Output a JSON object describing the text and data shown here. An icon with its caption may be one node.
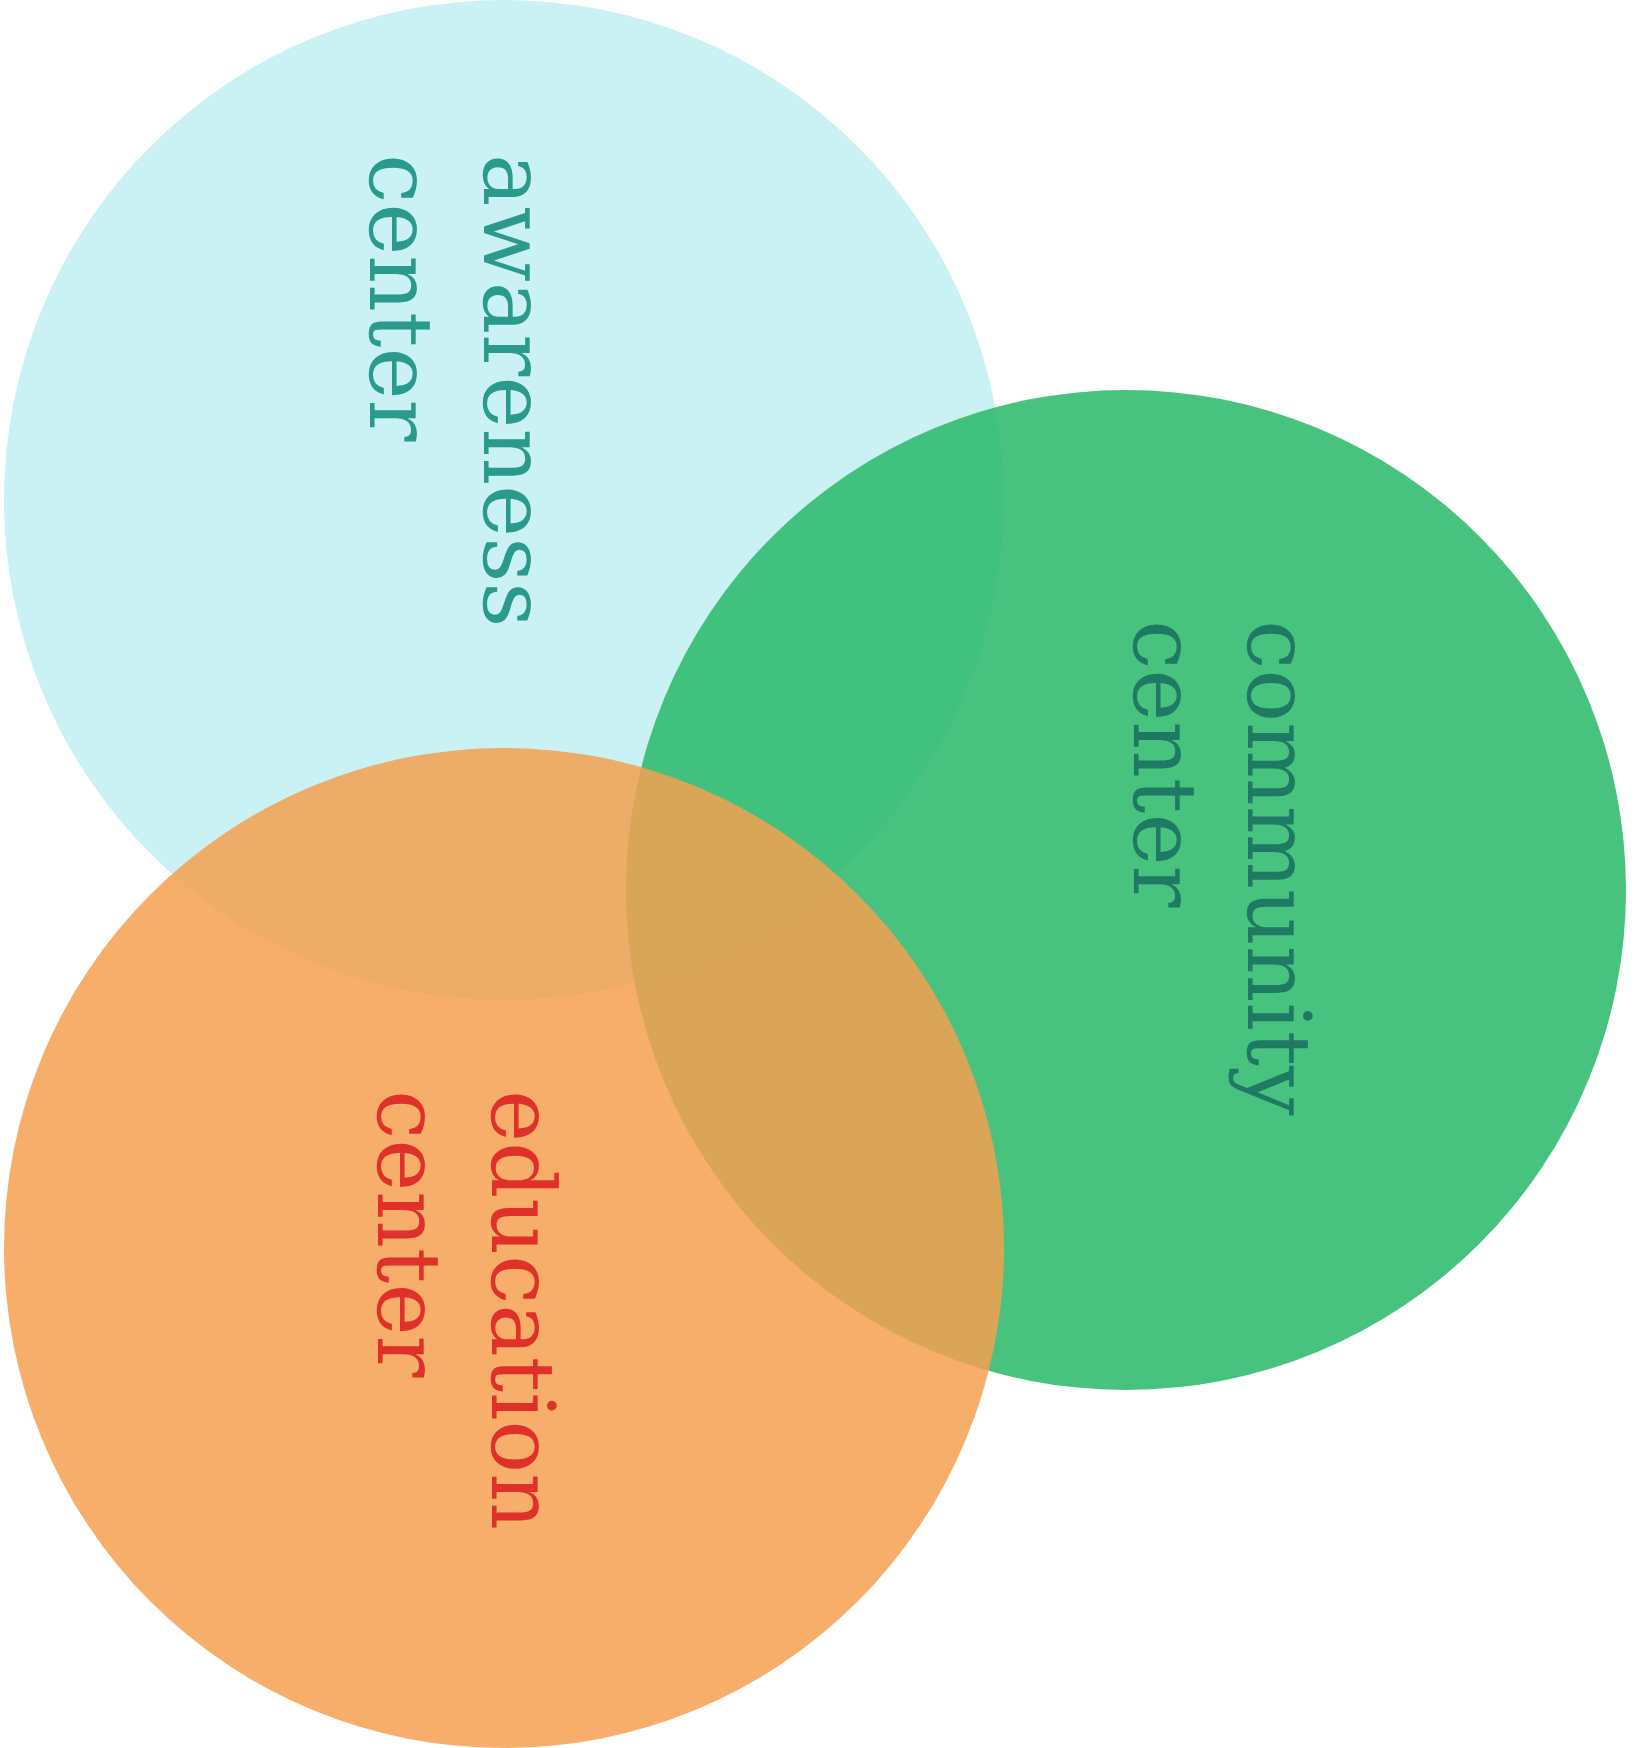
{
  "diagram": {
    "nodes": [
      {
        "text": [
          "awareness center"
        ]
      },
      {
        "text": [
          "community center"
        ]
      },
      {
        "text": [
          "education center"
        ]
      }
    ]
  }
}
